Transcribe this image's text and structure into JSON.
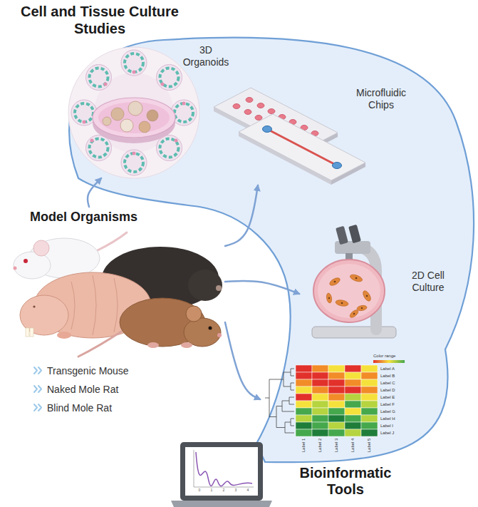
{
  "diagram": {
    "nodes": [
      {
        "text": [
          "Model Organisms",
          "Transgenic Mouse",
          "Naked Mole Rat",
          "Blind Mole Rat"
        ]
      },
      {
        "text": [
          "3D Organoids"
        ]
      },
      {
        "text": [
          "Microfluidic Chips"
        ]
      },
      {
        "text": [
          "2D Cell Culture"
        ]
      },
      {
        "text": [
          "Bioinformatic Tools"
        ]
      }
    ],
    "edges": [
      {
        "from": 0,
        "to": 1,
        "arrow": "to"
      },
      {
        "from": 0,
        "to": 2,
        "arrow": "to"
      },
      {
        "from": 0,
        "to": 3,
        "arrow": "to"
      },
      {
        "from": 0,
        "to": 4,
        "arrow": "to"
      }
    ],
    "labels": [
      "Cell and Tissue Culture Studies",
      "Color range",
      "Label A",
      "Label B",
      "Label C",
      "Label D",
      "Label E",
      "Label F",
      "Label G",
      "Label H",
      "Label I",
      "Label J",
      "Label 1",
      "Label 2",
      "Label 3",
      "Label 4",
      "Label 5",
      "0",
      "1",
      "2",
      "3",
      "4"
    ]
  }
}
